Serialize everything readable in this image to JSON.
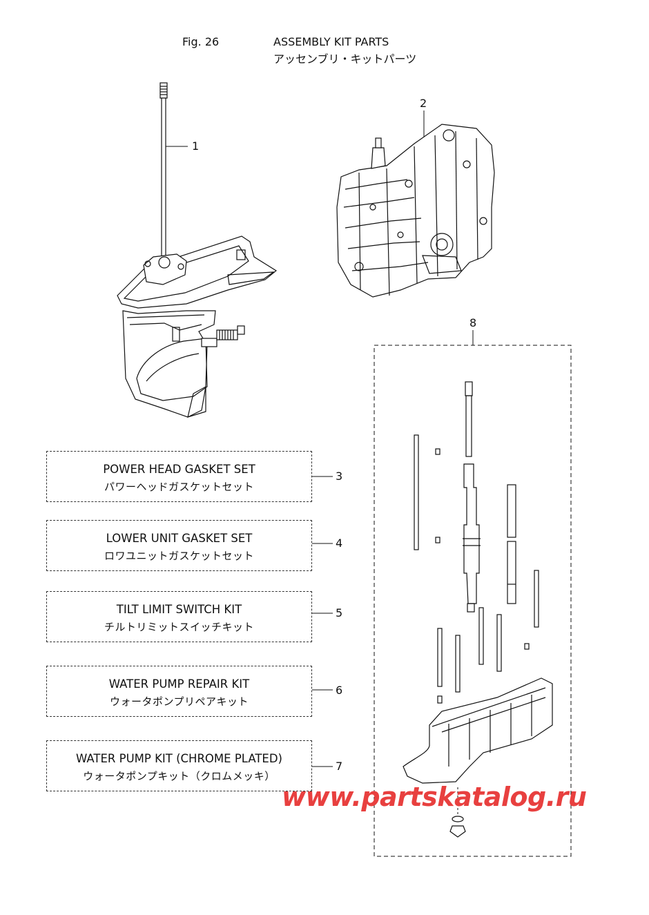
{
  "header": {
    "fig": "Fig. 26",
    "title_en": "ASSEMBLY KIT PARTS",
    "title_jp": "アッセンブリ・キットパーツ"
  },
  "callouts": {
    "p1": "1",
    "p2": "2",
    "p8": "8"
  },
  "kits": [
    {
      "num": "3",
      "en": "POWER HEAD GASKET SET",
      "jp": "パワーヘッドガスケットセット"
    },
    {
      "num": "4",
      "en": "LOWER UNIT GASKET SET",
      "jp": "ロワユニットガスケットセット"
    },
    {
      "num": "5",
      "en": "TILT LIMIT SWITCH KIT",
      "jp": "チルトリミットスイッチキット"
    },
    {
      "num": "6",
      "en": "WATER PUMP REPAIR KIT",
      "jp": "ウォータポンプリペアキット"
    },
    {
      "num": "7",
      "en": "WATER PUMP KIT (CHROME PLATED)",
      "jp": "ウォータポンプキット（クロムメッキ）"
    }
  ],
  "watermark": "www.partskatalog.ru",
  "colors": {
    "watermark": "#e8403f",
    "line": "#111111"
  }
}
